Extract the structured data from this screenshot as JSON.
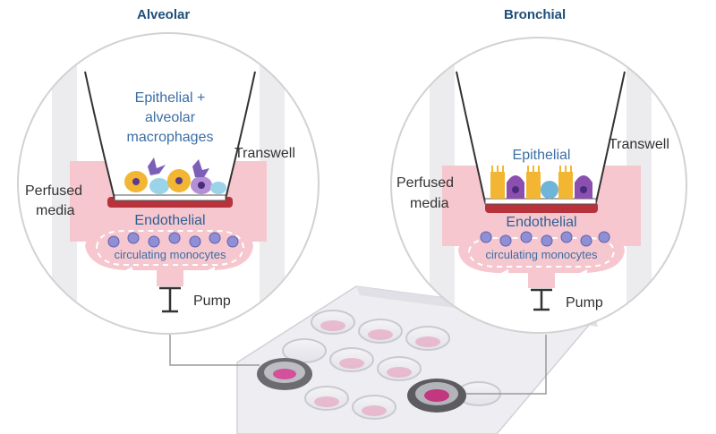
{
  "panels": {
    "alveolar": {
      "title": "Alveolar",
      "inner_label_line1": "Epithelial +",
      "inner_label_line2": "alveolar",
      "inner_label_line3": "macrophages",
      "transwell": "Transwell",
      "media_line1": "Perfused",
      "media_line2": "media",
      "endothelial": "Endothelial",
      "monocytes": "circulating monocytes",
      "pump": "Pump"
    },
    "bronchial": {
      "title": "Bronchial",
      "inner_label": "Epithelial",
      "transwell": "Transwell",
      "media_line1": "Perfused",
      "media_line2": "media",
      "endothelial": "Endothelial",
      "monocytes": "circulating monocytes",
      "pump": "Pump"
    }
  },
  "colors": {
    "title": "#1f4e79",
    "label": "#3b6ea5",
    "media": "#f6c7cf",
    "endothelium": "#b8323c",
    "monocyte": "#8f8fd6"
  }
}
